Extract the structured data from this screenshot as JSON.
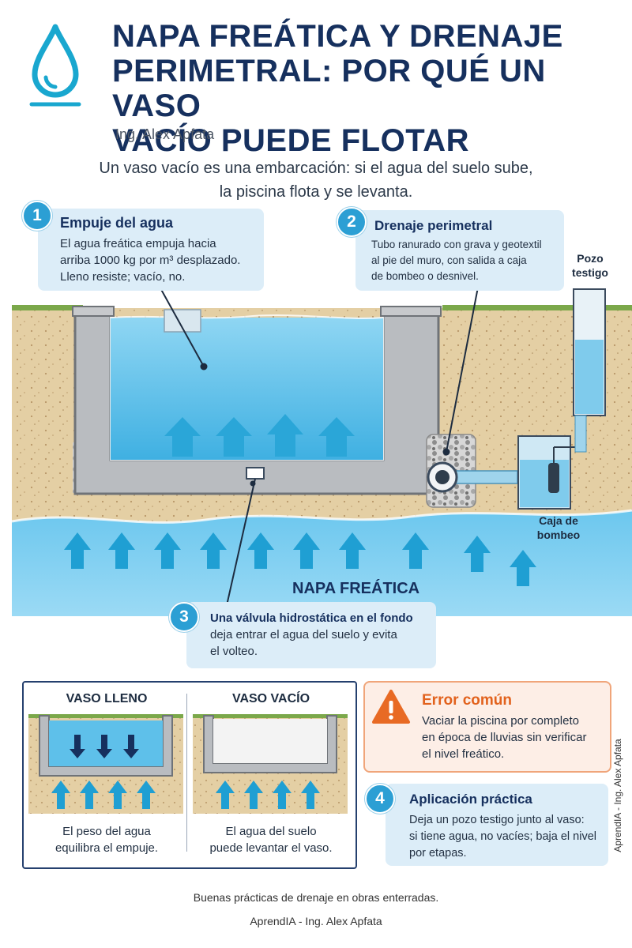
{
  "header": {
    "title_lines": [
      "NAPA FREÁTICA Y DRENAJE",
      "PERIMETRAL: POR QUÉ UN VASO",
      "VACÍO PUEDE FLOTAR"
    ],
    "author": "Ing. Alex Apfata",
    "subtitle_lines": [
      "Un vaso vacío es una embarcación: si el agua del suelo sube,",
      "la piscina flota y se levanta."
    ]
  },
  "callouts": {
    "c1": {
      "num": "1",
      "title": "Empuje del agua",
      "lines": [
        "El agua freática empuja hacia",
        "arriba 1000 kg por m³ desplazado.",
        "Lleno resiste; vacío, no."
      ]
    },
    "c2": {
      "num": "2",
      "title": "Drenaje perimetral",
      "lines": [
        "Tubo ranurado con grava y geotextil",
        "al pie del muro, con salida a caja",
        "de bombeo o desnivel."
      ]
    },
    "c3": {
      "num": "3",
      "title": "Una válvula hidrostática en el fondo",
      "lines": [
        "deja entrar el agua del suelo y evita",
        "el volteo."
      ]
    },
    "c4": {
      "num": "4",
      "title": "Aplicación práctica",
      "lines": [
        "Deja un pozo testigo junto al vaso:",
        "si tiene agua, no vacíes; baja el nivel",
        "por etapas."
      ]
    }
  },
  "diagram": {
    "pozo_lines": [
      "Pozo",
      "testigo"
    ],
    "caja_lines": [
      "Caja de",
      "bombeo"
    ],
    "napa_label": "NAPA FREÁTICA"
  },
  "comparison": {
    "lleno": {
      "title": "VASO LLENO",
      "lines": [
        "El peso del agua",
        "equilibra el empuje."
      ]
    },
    "vacio": {
      "title": "VASO VACÍO",
      "lines": [
        "El agua del suelo",
        "puede levantar el vaso."
      ]
    }
  },
  "error": {
    "title": "Error común",
    "lines": [
      "Vaciar la piscina por completo",
      "en época de lluvias sin verificar",
      "el nivel freático."
    ]
  },
  "footer": {
    "line1": "Buenas prácticas de drenaje en obras enterradas.",
    "line2": "AprendIA - Ing. Alex Apfata",
    "side": "AprendIA - Ing. Alex Apfata"
  },
  "colors": {
    "navy": "#16305e",
    "accent_blue": "#2c9fd4",
    "water": "#5ec0ea",
    "soil": "#e4cfa4",
    "concrete": "#b9bcc0",
    "error_orange": "#e2621d"
  },
  "icons": {
    "logo": "water-drop-icon",
    "warning": "warning-triangle-icon"
  }
}
